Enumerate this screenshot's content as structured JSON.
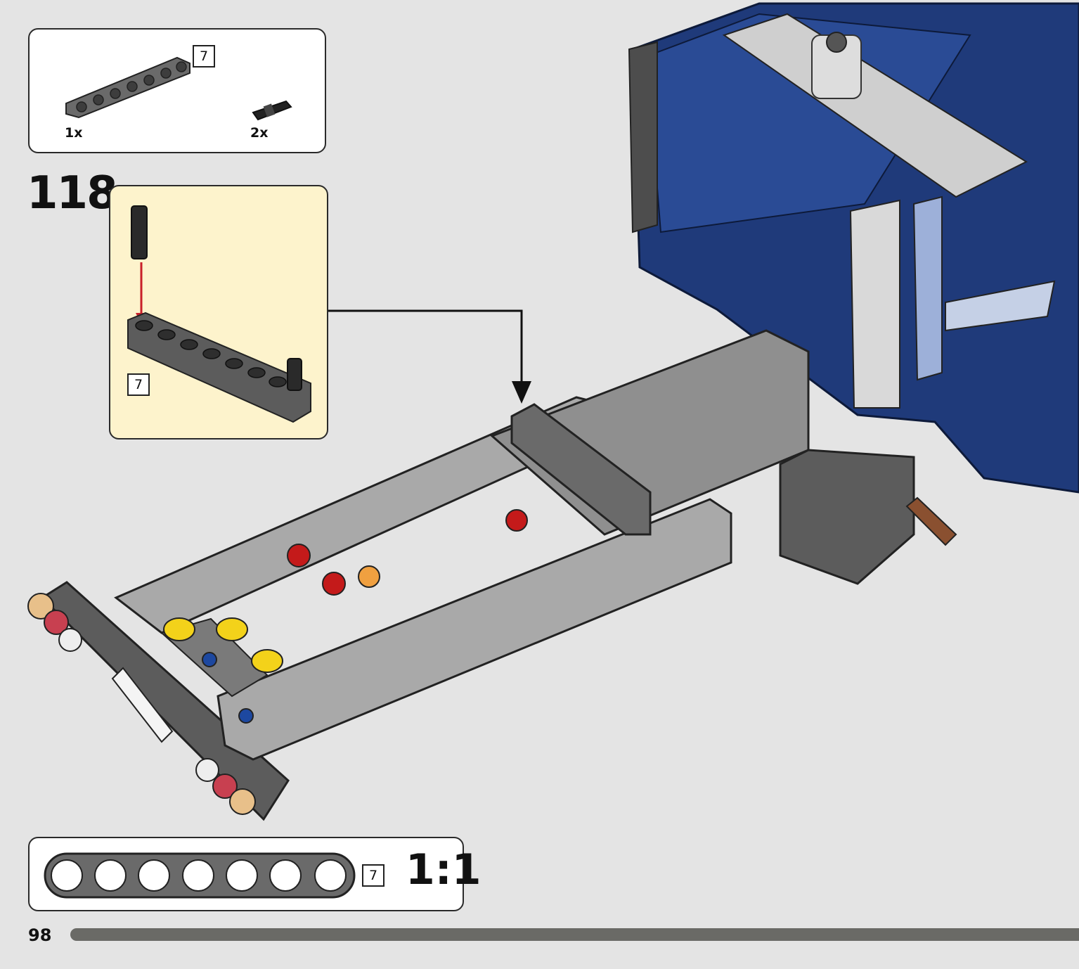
{
  "page": {
    "number": "98"
  },
  "step": {
    "number": "118"
  },
  "parts_list": {
    "items": [
      {
        "name": "beam-7",
        "length_label": "7",
        "quantity": "1x"
      },
      {
        "name": "friction-pin",
        "quantity": "2x"
      }
    ]
  },
  "substep": {
    "beam_length_label": "7"
  },
  "scale": {
    "beam_length_label": "7",
    "ratio": "1:1",
    "holes": 7
  },
  "colors": {
    "background": "#e4e4e4",
    "substep_background": "#fdf3cc",
    "cab_blue": "#1f3a7a",
    "light_gray": "#a9a9a9",
    "dark_gray": "#5c5c5c",
    "arrow_red": "#c8202a",
    "progress_bar": "#6a6a66"
  }
}
